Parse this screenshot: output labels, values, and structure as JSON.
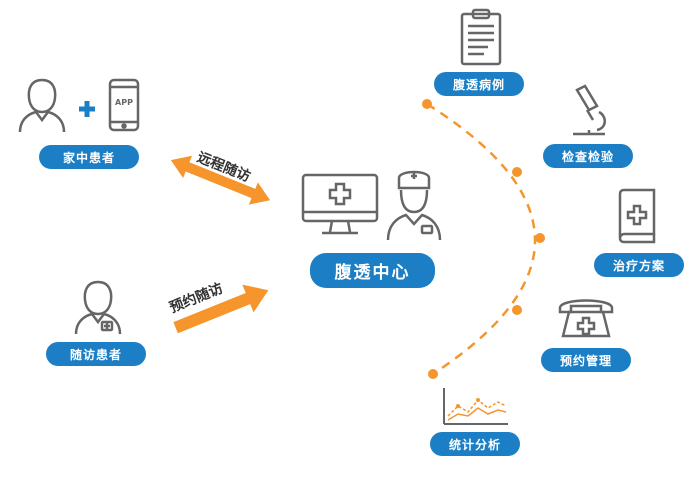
{
  "patients": {
    "home": {
      "label": "家中患者",
      "app_text": "APP"
    },
    "followup": {
      "label": "随访患者"
    }
  },
  "center": {
    "label": "腹透中心"
  },
  "arrows": {
    "remote": {
      "label": "远程随访"
    },
    "scheduled": {
      "label": "预约随访"
    }
  },
  "features": [
    {
      "label": "腹透病例",
      "icon": "clipboard-icon"
    },
    {
      "label": "检查检验",
      "icon": "microscope-icon"
    },
    {
      "label": "治疗方案",
      "icon": "medical-book-icon"
    },
    {
      "label": "预约管理",
      "icon": "telephone-icon"
    },
    {
      "label": "统计分析",
      "icon": "line-chart-icon"
    }
  ],
  "colors": {
    "primary_blue": "#1c7fc6",
    "accent_orange": "#f5952b",
    "icon_gray": "#666666"
  }
}
